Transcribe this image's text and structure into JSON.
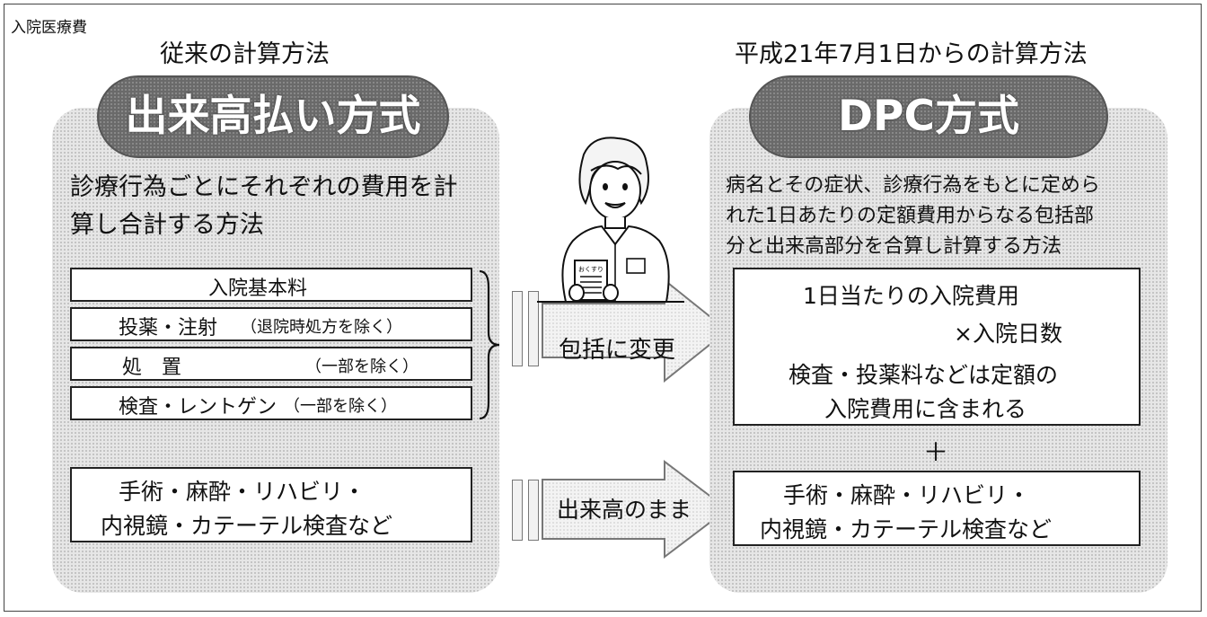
{
  "corner_label": "入院医療費",
  "left": {
    "heading": "従来の計算方法",
    "pill": "出来高払い方式",
    "description_lines": [
      "診療行為ごとにそれぞれの費用を計",
      "算し合計する方法"
    ],
    "items": [
      {
        "main": "入院基本料",
        "note": ""
      },
      {
        "main": "投薬・注射",
        "note": "（退院時処方を除く）"
      },
      {
        "main": "処　置",
        "note": "（一部を除く）"
      },
      {
        "main": "検査・レントゲン",
        "note": "（一部を除く）"
      }
    ],
    "bottom_lines": [
      "手術・麻酔・リハビリ・",
      "内視鏡・カテーテル検査など"
    ]
  },
  "arrows": {
    "top_label": "包括に変更",
    "bottom_label": "出来高のまま"
  },
  "right": {
    "heading": "平成21年7月1日からの計算方法",
    "pill": "DPC方式",
    "description_lines": [
      "病名とその症状、診療行為をもとに定めら",
      "れた1日あたりの定額費用からなる包括部",
      "分と出来高部分を合算し計算する方法"
    ],
    "box_lines": [
      "1日当たりの入院費用",
      "×入院日数",
      "検査・投薬料などは定額の",
      "入院費用に含まれる"
    ],
    "plus": "＋",
    "bottom_lines": [
      "手術・麻酔・リハビリ・",
      "内視鏡・カテーテル検査など"
    ]
  },
  "illustration": {
    "figure": "doctor-figure",
    "sign_text": "おくすり"
  }
}
